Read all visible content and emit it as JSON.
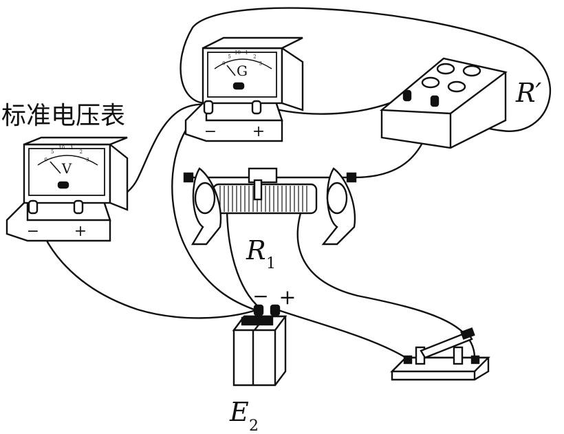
{
  "labels": {
    "standard_voltmeter": "标准电压表",
    "galvanometer_letter": "G",
    "voltmeter_letter": "V",
    "resistance_box": "R′",
    "rheostat_main": "R",
    "rheostat_sub": "1",
    "battery_main": "E",
    "battery_sub": "2",
    "battery_minus": "−",
    "battery_plus": "+",
    "galv_minus": "−",
    "galv_plus": "+",
    "volt_minus": "−",
    "volt_plus": "+"
  },
  "galvanometer_scale": [
    "0",
    "5",
    "10",
    "1",
    "2",
    "3"
  ],
  "voltmeter_scale": [
    "0",
    "5",
    "10",
    "1",
    "2",
    "3"
  ]
}
